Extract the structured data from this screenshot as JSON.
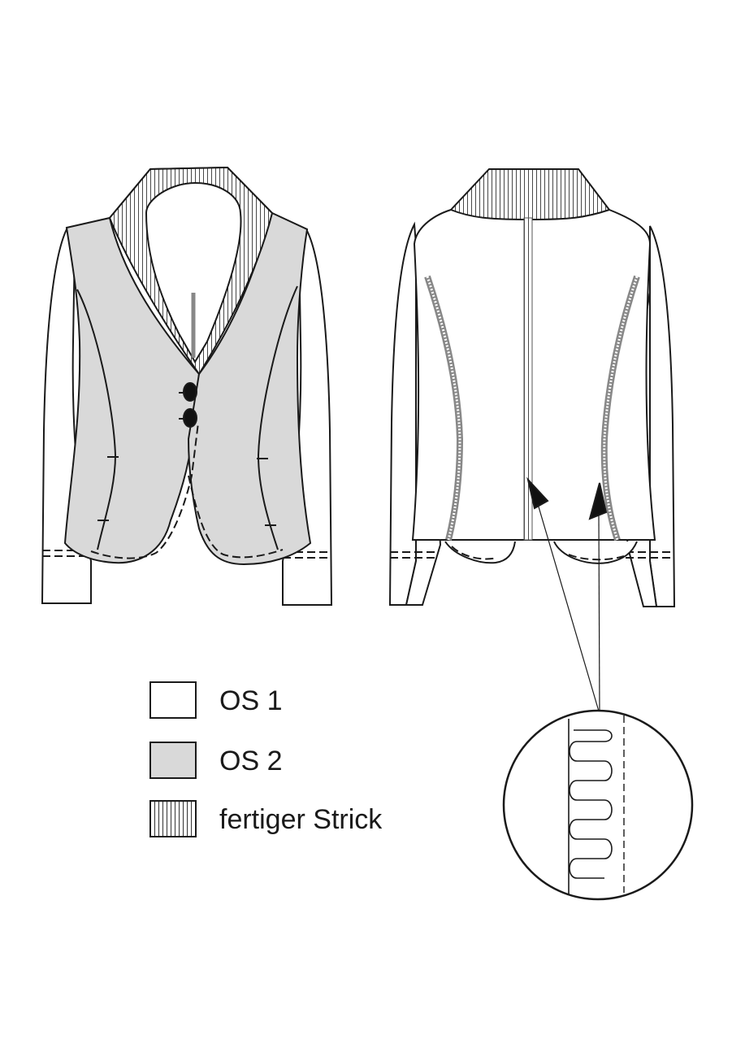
{
  "legend": {
    "items": [
      {
        "label": "OS 1",
        "fill": "#ffffff"
      },
      {
        "label": "OS 2",
        "fill": "#d9d9d9"
      },
      {
        "label": "fertiger Strick",
        "fill": "striped"
      }
    ]
  },
  "colors": {
    "line": "#1a1a1a",
    "panel_grey": "#d9d9d9",
    "background": "#ffffff"
  }
}
